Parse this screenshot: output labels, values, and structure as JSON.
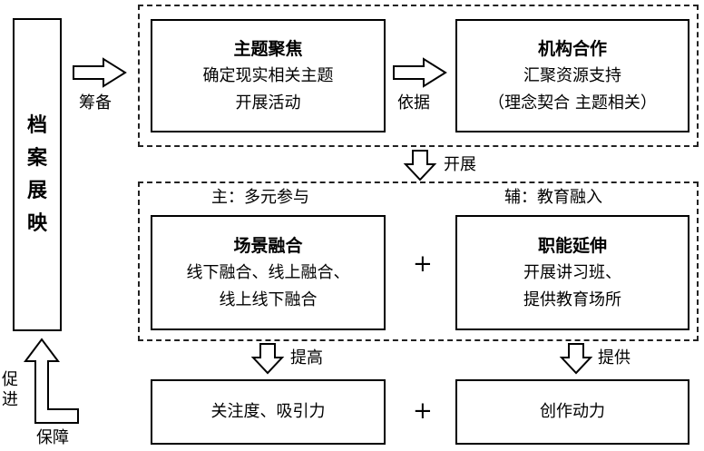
{
  "side_box": {
    "chars": [
      "档",
      "案",
      "展",
      "映"
    ]
  },
  "top_left": {
    "title": "主题聚焦",
    "lines": [
      "确定现实相关主题",
      "开展活动"
    ]
  },
  "top_right": {
    "title": "机构合作",
    "lines": [
      "汇聚资源支持",
      "（理念契合  主题相关）"
    ]
  },
  "mid_left": {
    "header": "主：多元参与",
    "title": "场景融合",
    "lines": [
      "线下融合、线上融合、",
      "线上线下融合"
    ]
  },
  "mid_right": {
    "header": "辅：教育融入",
    "title": "职能延伸",
    "lines": [
      "开展讲习班、",
      "提供教育场所"
    ]
  },
  "bottom_left": {
    "text": "关注度、吸引力"
  },
  "bottom_right": {
    "text": "创作动力"
  },
  "arrows": {
    "prepare": "筹备",
    "basis": "依据",
    "develop": "开展",
    "improve": "提高",
    "provide": "提供",
    "promote": [
      "促",
      "进"
    ],
    "guarantee": "保障"
  },
  "plus": "+"
}
